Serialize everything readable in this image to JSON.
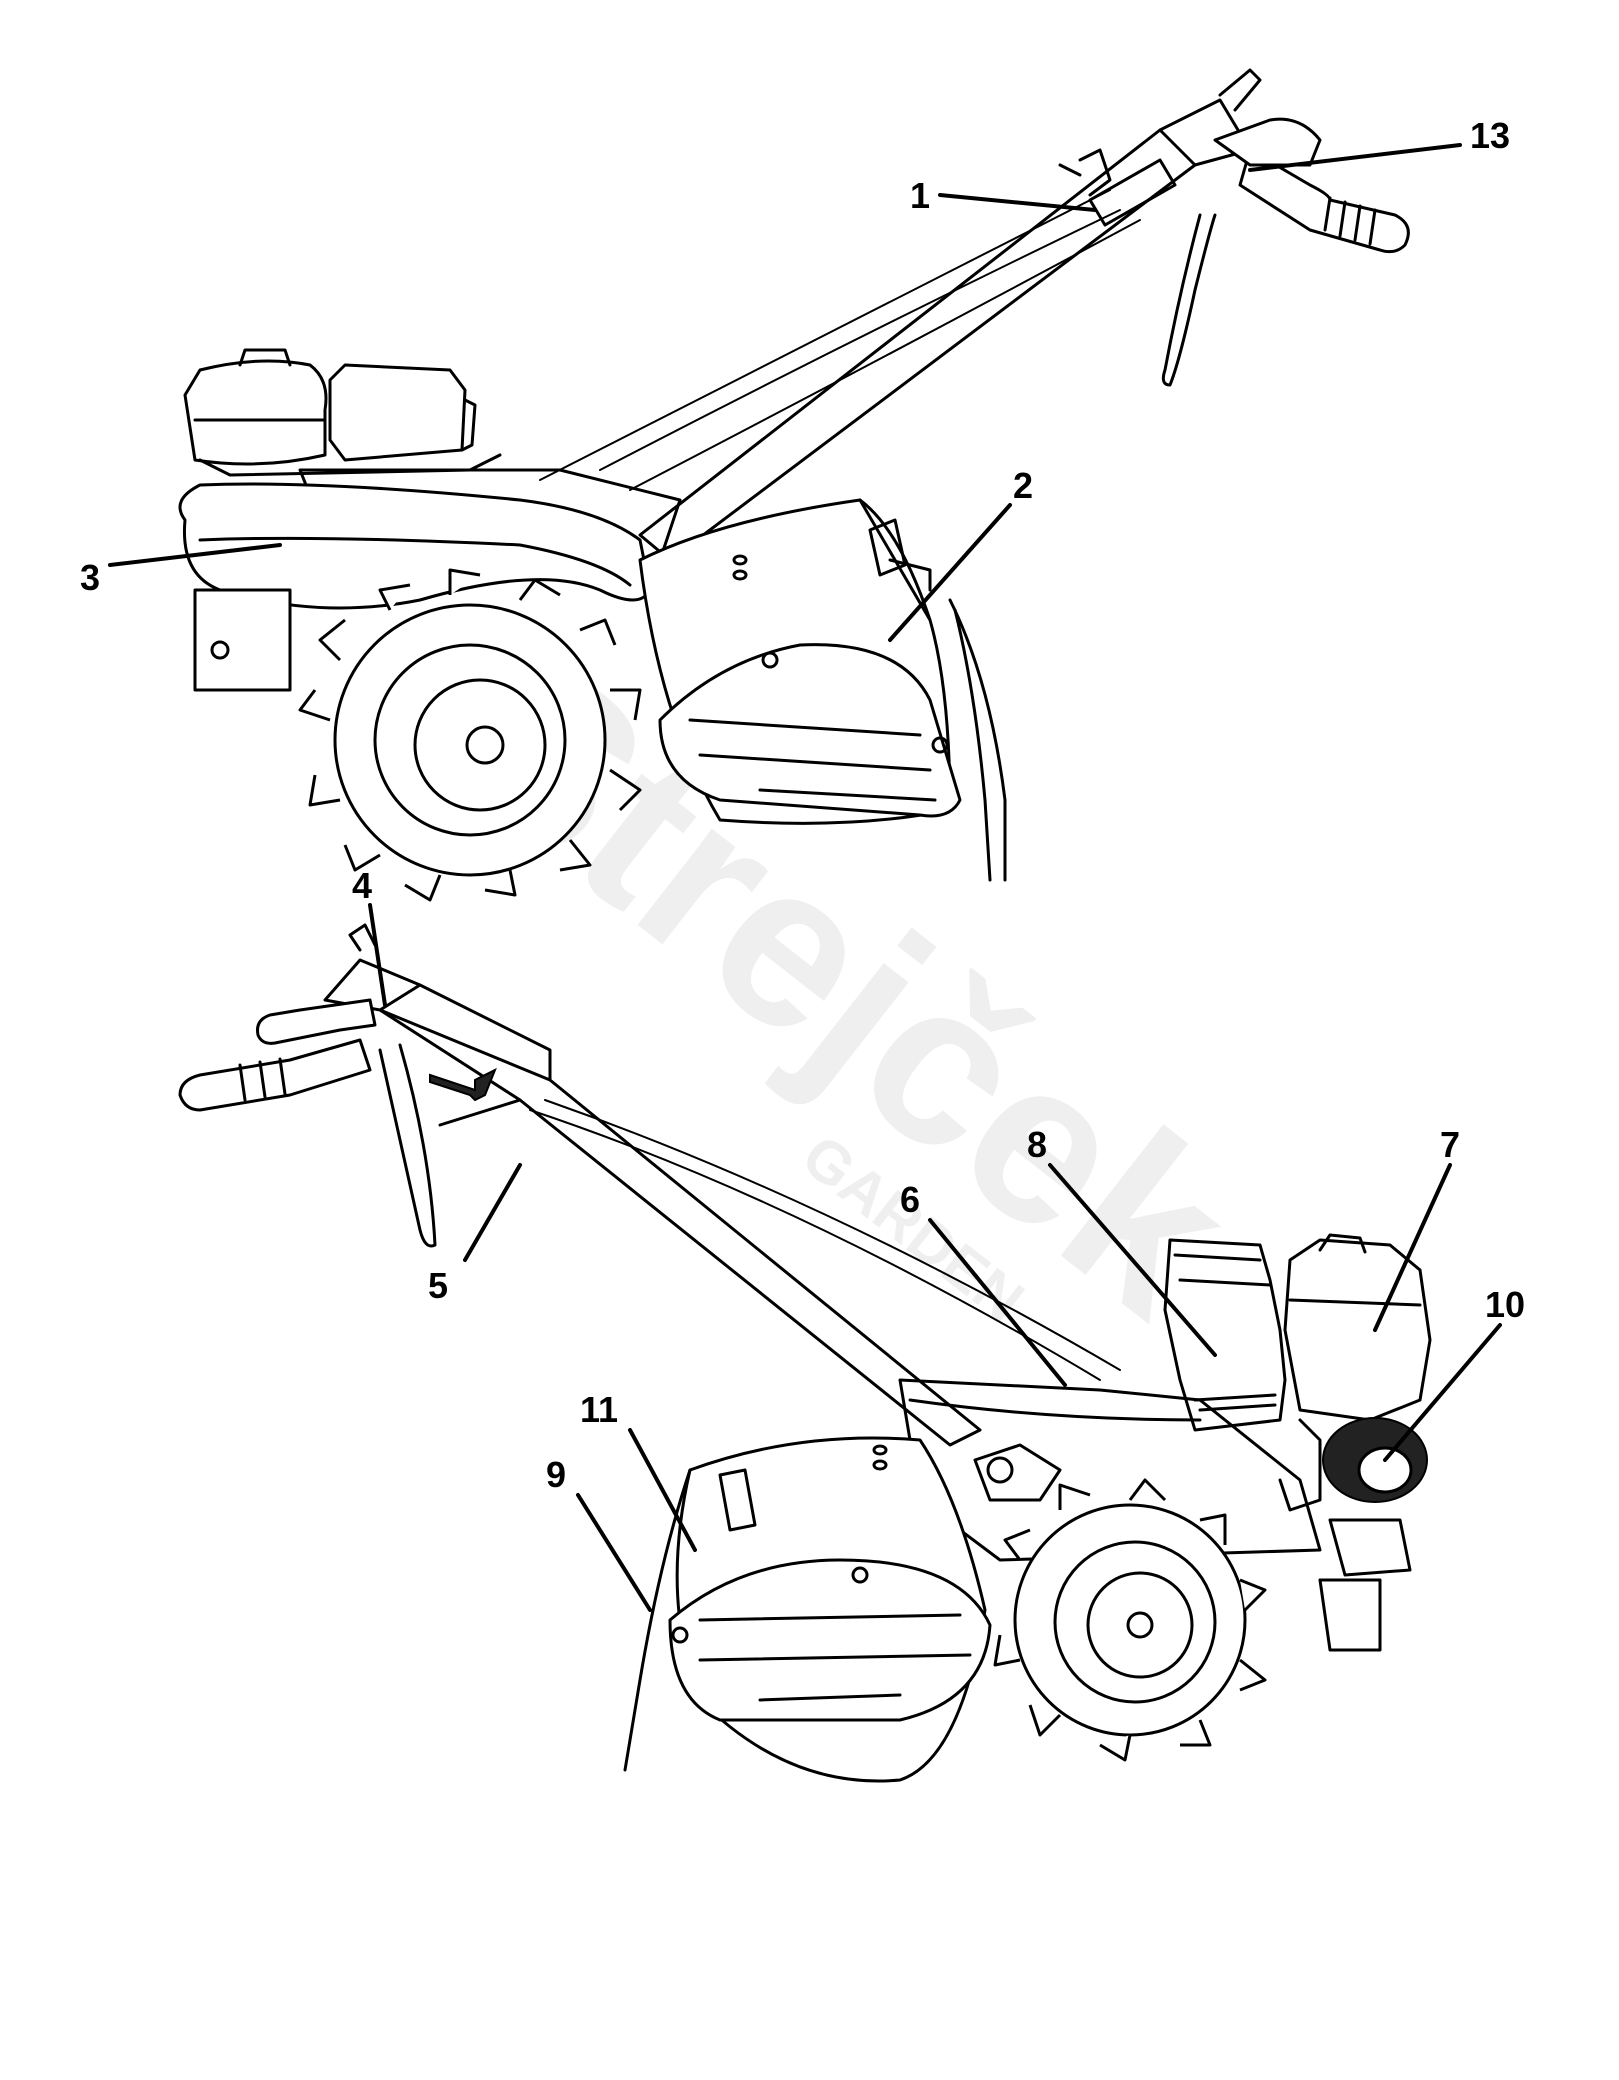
{
  "diagram": {
    "callouts": [
      {
        "id": "c1",
        "label": "1"
      },
      {
        "id": "c2",
        "label": "2"
      },
      {
        "id": "c3",
        "label": "3"
      },
      {
        "id": "c4",
        "label": "4"
      },
      {
        "id": "c5",
        "label": "5"
      },
      {
        "id": "c6",
        "label": "6"
      },
      {
        "id": "c7",
        "label": "7"
      },
      {
        "id": "c8",
        "label": "8"
      },
      {
        "id": "c9",
        "label": "9"
      },
      {
        "id": "c10",
        "label": "10"
      },
      {
        "id": "c11",
        "label": "11"
      },
      {
        "id": "c13",
        "label": "13"
      }
    ]
  },
  "watermark": {
    "brand": "Strejček",
    "sub": "GARDEN"
  },
  "colors": {
    "ink": "#000000",
    "paper": "#ffffff"
  }
}
